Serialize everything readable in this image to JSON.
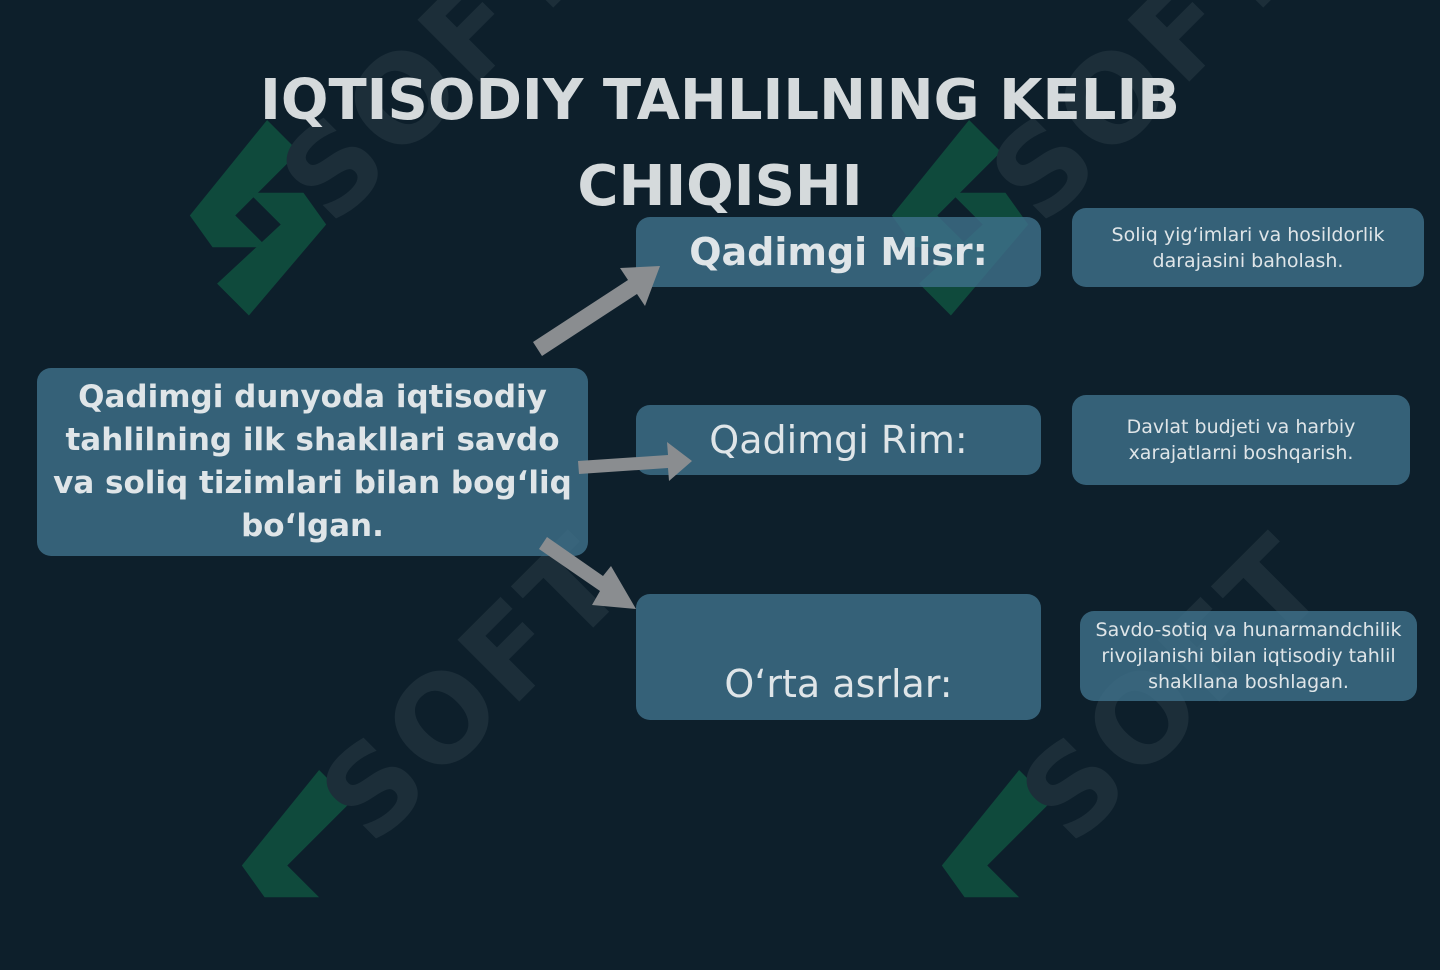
{
  "title": "IQTISODIY TAHLILNING KELIB CHIQISHI",
  "main_box": {
    "text": "Qadimgi dunyoda iqtisodiy tahlilning ilk shakllari savdo va soliq tizimlari bilan bog‘liq bo‘lgan."
  },
  "eras": [
    {
      "label": "Qadimgi Misr:",
      "description": "Soliq yig‘imlari va hosildorlik darajasini baholash."
    },
    {
      "label": "Qadimgi Rim:",
      "description": "Davlat budjeti va harbiy xarajatlarni boshqarish."
    },
    {
      "label": "O‘rta asrlar:",
      "description": "Savdo-sotiq va hunarmandchilik rivojlanishi bilan iqtisodiy tahlil shakllana boshlagan."
    }
  ],
  "watermark": {
    "text": "SOFT",
    "icon": "brand-logo-icon",
    "color_logo": "#0f4a3c",
    "color_text": "#1c2e39"
  },
  "colors": {
    "background": "#0d1f2b",
    "box_fill": "#3e708a",
    "arrow": "#8a8d90",
    "title_text": "#d5dadc"
  }
}
